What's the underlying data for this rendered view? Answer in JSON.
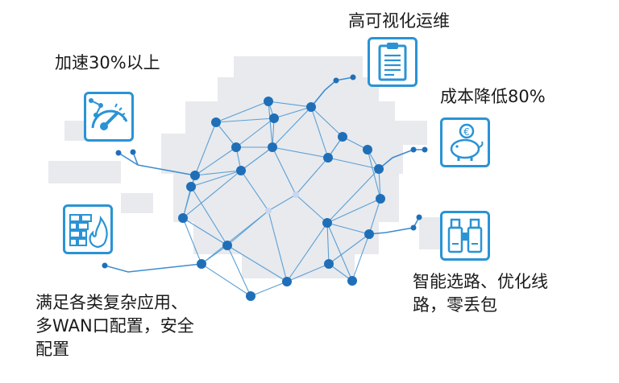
{
  "features": [
    {
      "id": "speed",
      "text": "加速30%以上",
      "icon": "speedometer-icon"
    },
    {
      "id": "ops",
      "text": "高可视化运维",
      "icon": "clipboard-icon"
    },
    {
      "id": "cost",
      "text": "成本降低80%",
      "icon": "piggy-bank-euro-icon"
    },
    {
      "id": "routing",
      "text": "智能选路、优化线路，零丢包",
      "lines": [
        "智能选路、优化线",
        "路，零丢包"
      ],
      "icon": "binoculars-icon"
    },
    {
      "id": "apps",
      "text": "满足各类复杂应用、多WAN口配置，安全配置",
      "lines": [
        "满足各类复杂应用、",
        "多WAN口配置，安全",
        "配置"
      ],
      "icon": "firewall-icon"
    }
  ],
  "colors": {
    "accent": "#2a93d5",
    "node": "#1f6fb8",
    "line": "#5b9fd4",
    "map": "#e6e9ee"
  }
}
